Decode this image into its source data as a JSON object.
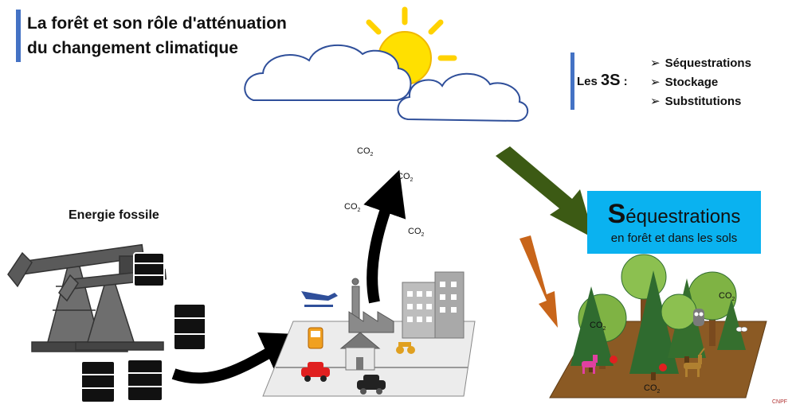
{
  "title": {
    "line1": "La forêt et son rôle d'atténuation",
    "line2": "du changement climatique"
  },
  "legend": {
    "prefix": "Les ",
    "big": "3S",
    "suffix": " :",
    "items": [
      "Séquestrations",
      "Stockage",
      "Substitutions"
    ]
  },
  "sequestration_box": {
    "title_initial": "S",
    "title_rest": "équestrations",
    "subtitle": "en forêt et dans les sols",
    "color": "#0ab2f0"
  },
  "fossil_label": "Energie fossile",
  "co2": {
    "text": "CO",
    "sub": "2"
  },
  "logo_text": "CNPF",
  "colors": {
    "title_bar": "#4472c4",
    "sun": "#ffe000",
    "cloud_outline": "#2f4f9a",
    "green_arrow": "#3c5a14",
    "orange_arrow": "#c8651a",
    "soil": "#8b5a24",
    "tree_dark": "#2f6b2f",
    "tree_light": "#7fb344"
  },
  "icons": [
    "sun-icon",
    "cloud-icon",
    "oil-pump-icon",
    "barrel-icon",
    "factory-icon",
    "house-icon",
    "airplane-icon",
    "car-icon",
    "tram-icon",
    "building-icon",
    "tree-icon",
    "owl-icon",
    "deer-icon",
    "horse-icon"
  ]
}
